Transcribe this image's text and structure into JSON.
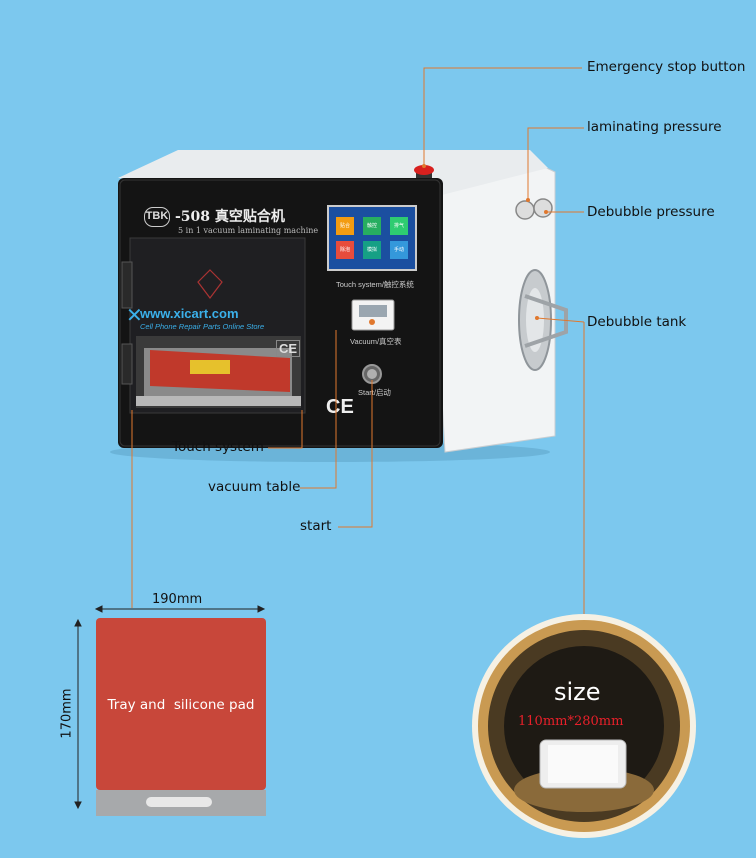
{
  "callouts": {
    "emergency_stop": "Emergency stop button",
    "laminating_pressure": "laminating pressure",
    "debubble_pressure": "Debubble pressure",
    "debubble_tank": "Debubble tank",
    "touch_system": "Touch system",
    "vacuum_table": "vacuum table",
    "start": "start"
  },
  "machine": {
    "brand": "TBK",
    "model": "-508 真空贴合机",
    "subtitle": "5 in 1 vacuum laminating machine",
    "screen_caption": "Touch system/触控系统",
    "gauge_caption": "Vacuum/真空表",
    "start_caption": "Start/启动",
    "ce": "CE",
    "screen_buttons": [
      "贴合",
      "触控",
      "排气",
      "除泡",
      "模拟",
      "手动"
    ]
  },
  "watermark": {
    "url": "www.xicart.com",
    "tagline": "Cell Phone Repair Parts Online Store"
  },
  "pad": {
    "width_label": "190mm",
    "height_label": "170mm",
    "caption": "Tray and  silicone pad"
  },
  "tank": {
    "title": "size",
    "dims": "110mm*280mm"
  },
  "colors": {
    "background": "#7cc8ee",
    "callout_line": "#e0782e",
    "pad": "#c8473a",
    "dims_red": "#e8202a"
  }
}
